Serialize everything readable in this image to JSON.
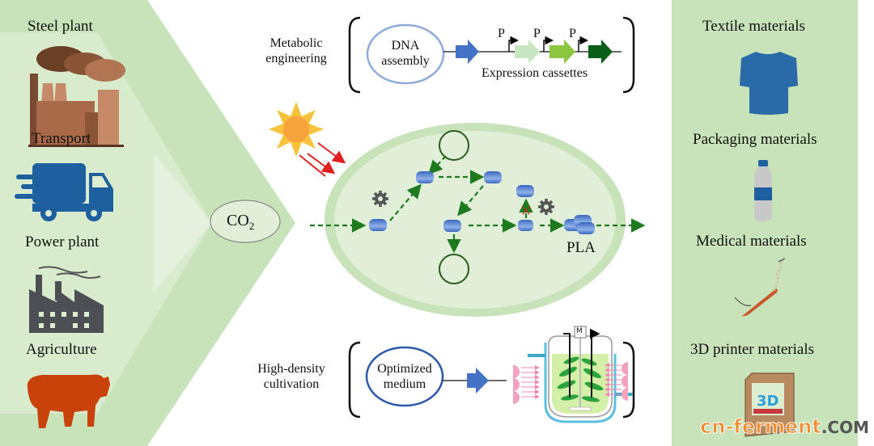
{
  "sources": {
    "items": [
      {
        "label": "Steel plant",
        "icon": "steel-plant-icon"
      },
      {
        "label": "Transport",
        "icon": "truck-icon"
      },
      {
        "label": "Power plant",
        "icon": "factory-icon"
      },
      {
        "label": "Agriculture",
        "icon": "cow-icon"
      }
    ]
  },
  "center": {
    "co2_label": "CO",
    "co2_sub": "2",
    "metabolic": {
      "title_line1": "Metabolic",
      "title_line2": "engineering",
      "dna_line1": "DNA",
      "dna_line2": "assembly",
      "promoter": "P",
      "cassettes_label": "Expression cassettes"
    },
    "cell": {
      "product_label": "PLA"
    },
    "cultivation": {
      "title_line1": "High-density",
      "title_line2": "cultivation",
      "medium_line1": "Optimized",
      "medium_line2": "medium",
      "motor_label": "M"
    }
  },
  "products": {
    "items": [
      {
        "label": "Textile materials",
        "icon": "tshirt-icon"
      },
      {
        "label": "Packaging materials",
        "icon": "bottle-icon"
      },
      {
        "label": "Medical materials",
        "icon": "suture-icon"
      },
      {
        "label": "3D printer materials",
        "icon": "3d-printer-icon"
      }
    ],
    "printer_badge": "3D"
  },
  "watermark": {
    "part1": "cn-ferment",
    "part2": ".COM"
  },
  "colors": {
    "panel_green": "#c8e2b9",
    "light_green": "#e1efd8",
    "pathway_green": "#1e7a1e",
    "enzyme_blue": "#4a78c8",
    "arrow_blue": "#4472c4",
    "sun_orange": "#f5a33a",
    "light_red": "#e02020"
  }
}
